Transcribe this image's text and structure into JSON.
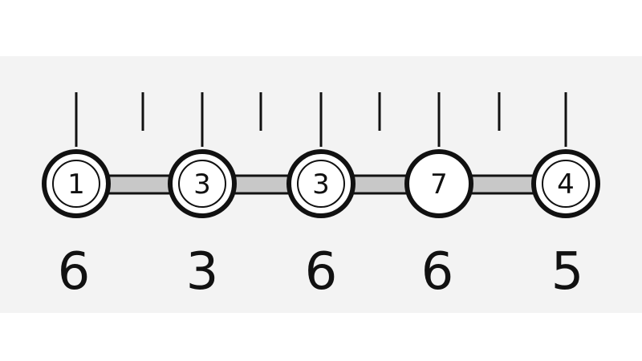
{
  "diagram": {
    "nodes": [
      {
        "label": "1",
        "count": "6",
        "style": "double-ring"
      },
      {
        "label": "3",
        "count": "3",
        "style": "double-ring"
      },
      {
        "label": "3",
        "count": "6",
        "style": "double-ring"
      },
      {
        "label": "7",
        "count": "6",
        "style": "single-ring"
      },
      {
        "label": "4",
        "count": "5",
        "style": "double-ring"
      }
    ],
    "colors": {
      "stroke": "#111111",
      "connector_fill": "#c8c8c8",
      "node_fill": "#ffffff",
      "band": "#f3f3f3"
    }
  }
}
